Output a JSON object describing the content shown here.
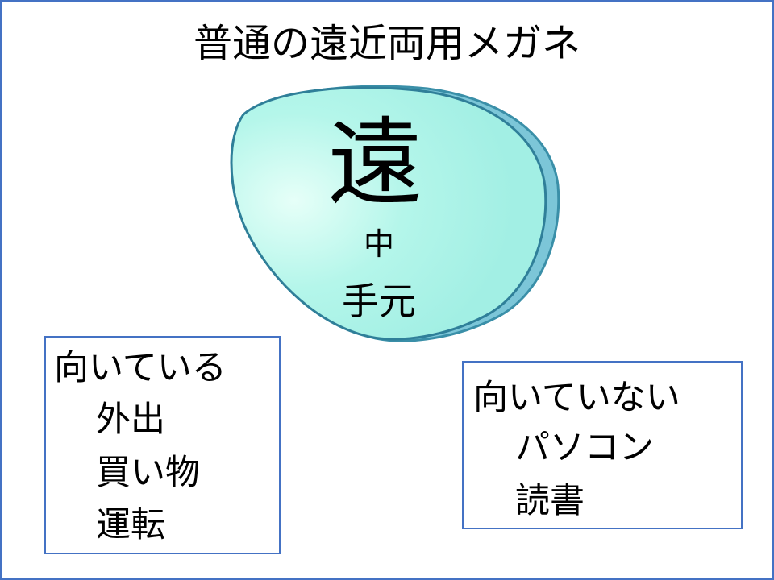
{
  "title": "普通の遠近両用メガネ",
  "lens": {
    "far": "遠",
    "middle": "中",
    "near": "手元",
    "fill_color": "#a8f5ea",
    "rim_color": "#3a8fa8"
  },
  "suitable": {
    "heading": "向いている",
    "items": [
      "外出",
      "買い物",
      "運転"
    ]
  },
  "unsuitable": {
    "heading": "向いていない",
    "items": [
      "パソコン",
      "読書"
    ]
  },
  "colors": {
    "border": "#4472c4"
  }
}
